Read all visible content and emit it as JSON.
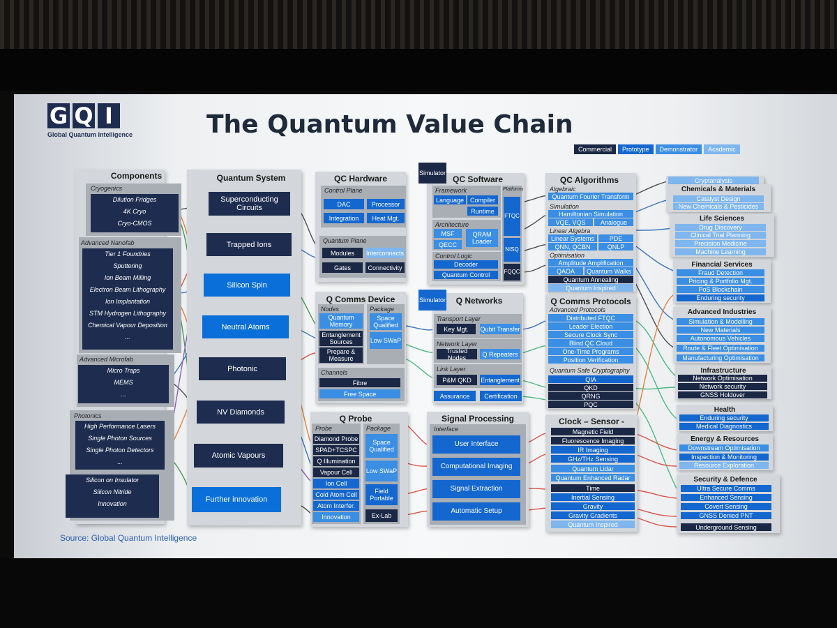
{
  "logo": {
    "letters": [
      "G",
      "Q",
      "I"
    ],
    "subtitle": "Global Quantum Intelligence"
  },
  "title": "The Quantum Value Chain",
  "legend": [
    {
      "label": "Commercial",
      "color": "#1b2845"
    },
    {
      "label": "Prototype",
      "color": "#1467cf"
    },
    {
      "label": "Demonstrator",
      "color": "#3a8ee3"
    },
    {
      "label": "Academic",
      "color": "#7fb6ee"
    }
  ],
  "components": {
    "title": "Components",
    "groups": [
      {
        "label": "Cryogenics",
        "items": [
          "Dilution Fridges",
          "4K Cryo",
          "Cryo-CMOS"
        ]
      },
      {
        "label": "Advanced Nanofab",
        "items": [
          "Tier 1 Foundries",
          "Sputtering",
          "Ion Beam Milling",
          "Electron Beam Lithography",
          "Ion Implantation",
          "STM Hydrogen Lithography",
          "Chemical Vapour Deposition",
          "..."
        ]
      },
      {
        "label": "Advanced Microfab",
        "items": [
          "Micro Traps",
          "MEMS",
          "..."
        ]
      },
      {
        "label": "Photonics",
        "items": [
          "High Performance Lasers",
          "Single Photon Sources",
          "Single Photon Detectors",
          "...",
          "Silicon on Insulator",
          "Silicon Nitride",
          "Innovation"
        ]
      }
    ]
  },
  "quantum_system": {
    "title": "Quantum System",
    "items": [
      "Superconducting Circuits",
      "Trapped Ions",
      "Silicon Spin",
      "Neutral Atoms",
      "Photonic",
      "NV Diamonds",
      "Atomic Vapours",
      "Further innovation"
    ]
  },
  "qc_hardware": {
    "title": "QC Hardware",
    "control_plane": "Control Plane",
    "control_items": [
      "DAC",
      "Processor",
      "Integration",
      "Heat Mgt."
    ],
    "quantum_plane": "Quantum Plane",
    "quantum_items": [
      "Modules",
      "Interconnects",
      "Gates",
      "Connectivity"
    ]
  },
  "qc_software": {
    "title": "QC Software",
    "simulator": "Simulator",
    "framework": "Framework",
    "framework_items": [
      "Language",
      "Compiler",
      "Runtime"
    ],
    "architecture": "Architecture",
    "architecture_items": [
      "MSF",
      "QRAM Loader",
      "QECC"
    ],
    "control_logic": "Control Logic",
    "control_logic_items": [
      "Decoder",
      "Quantum Control"
    ],
    "platforms": "Platforms",
    "platform_items": [
      "FTQC",
      "NISQ",
      "FQQC"
    ]
  },
  "q_comms_device": {
    "title": "Q Comms Device",
    "nodes": "Nodes",
    "node_items": [
      "Quantum Memory",
      "Entanglement Sources",
      "Prepare & Measure"
    ],
    "package": "Package",
    "package_items": [
      "Space Qualified",
      "Low SWaP"
    ],
    "channels": "Channels",
    "channel_items": [
      "Fibre",
      "Free Space"
    ]
  },
  "q_networks": {
    "title": "Q Networks",
    "simulator": "Simulator",
    "transport": "Transport Layer",
    "transport_items": [
      "Key Mgt.",
      "Qubit Transfer"
    ],
    "network": "Network Layer",
    "network_items": [
      "Trusted Nodes",
      "Q Repeaters"
    ],
    "link": "Link Layer",
    "link_items": [
      "P&M QKD",
      "Entanglement"
    ],
    "bottom_items": [
      "Assurance",
      "Certification"
    ]
  },
  "q_probe": {
    "title": "Q Probe",
    "probe": "Probe",
    "probe_items": [
      "Diamond Probe",
      "SPAD+TCSPC",
      "Q Illumination",
      "Vapour Cell",
      "Ion Cell",
      "Cold Atom Cell",
      "Atom Interfer.",
      "Innovation"
    ],
    "package": "Package",
    "package_items": [
      "Space Qualified",
      "Low SWaP",
      "Field Portable",
      "Ex-Lab"
    ]
  },
  "signal_processing": {
    "title": "Signal Processing",
    "interface": "Interface",
    "items": [
      "User Interface",
      "Computational Imaging",
      "Signal Extraction",
      "Automatic Setup"
    ]
  },
  "qc_algorithms": {
    "title": "QC Algorithms",
    "algebraic": "Algebraic",
    "algebraic_items": [
      "Quantum Fourier Transform"
    ],
    "simulation": "Simulation",
    "simulation_items": [
      "Hamiltonian Simulation",
      "VQE, VQS",
      "Analogue"
    ],
    "linear_algebra": "Linear Algebra",
    "linear_items": [
      "Linear Systems",
      "PDE",
      "QNN, QCBN",
      "QNLP"
    ],
    "optimisation": "Optimisation",
    "optimisation_items": [
      "Amplitude Amplification",
      "QAOA",
      "Quantum Walks",
      "Quantum Annealing",
      "Quantum Inspired"
    ]
  },
  "q_comms_protocols": {
    "title": "Q Comms Protocols",
    "advanced": "Advanced Protocols",
    "advanced_items": [
      "Distributed FTQC",
      "Leader Election",
      "Secure Clock Sync",
      "Blind QC Cloud",
      "One-Time Programs",
      "Position Verification"
    ],
    "qsc": "Quantum Safe Cryptography",
    "qsc_items": [
      "QIA",
      "QKD",
      "QRNG",
      "PQC"
    ]
  },
  "clock_sensor": {
    "title": "Clock – Sensor - Camera",
    "items": [
      "Magnetic Field",
      "Fluorescence Imaging",
      "IR Imaging",
      "GHz/THz Sensing",
      "Quantum Lidar",
      "Quantum Enhanced Radar",
      "Time",
      "Inertial Sensing",
      "Gravity",
      "Gravity Gradients",
      "Quantum Inspired"
    ]
  },
  "applications": [
    {
      "title": "Cryptanalysis",
      "items": []
    },
    {
      "title": "Chemicals & Materials",
      "items": [
        "Catalyst Design",
        "New Chemicals & Pesticides"
      ]
    },
    {
      "title": "Life Sciences",
      "items": [
        "Drug Discovery",
        "Clinical Trial Planning",
        "Precision Medicine",
        "Machine Learning"
      ]
    },
    {
      "title": "Financial Services",
      "items": [
        "Fraud Detection",
        "Pricing & Portfolio Mgt.",
        "PoS Blockchain",
        "Enduring security"
      ]
    },
    {
      "title": "Advanced Industries",
      "items": [
        "Simulation & Modelling",
        "New Materials",
        "Autonomous Vehicles",
        "Route & Fleet Optimisation",
        "Manufacturing Optimisation"
      ]
    },
    {
      "title": "Infrastructure",
      "items": [
        "Network Optimisation",
        "Network security",
        "GNSS Holdover"
      ]
    },
    {
      "title": "Health",
      "items": [
        "Enduring security",
        "Medical Diagnostics"
      ]
    },
    {
      "title": "Energy & Resources",
      "items": [
        "Downstream Optimisation",
        "Inspection & Monitoring",
        "Resource Exploration"
      ]
    },
    {
      "title": "Security & Defence",
      "items": [
        "Ultra Secure Comms",
        "Enhanced Sensing",
        "Covert Sensing",
        "GNSS Denied PNT",
        "Underground Sensing"
      ]
    }
  ],
  "source": "Source: Global Quantum Intelligence"
}
